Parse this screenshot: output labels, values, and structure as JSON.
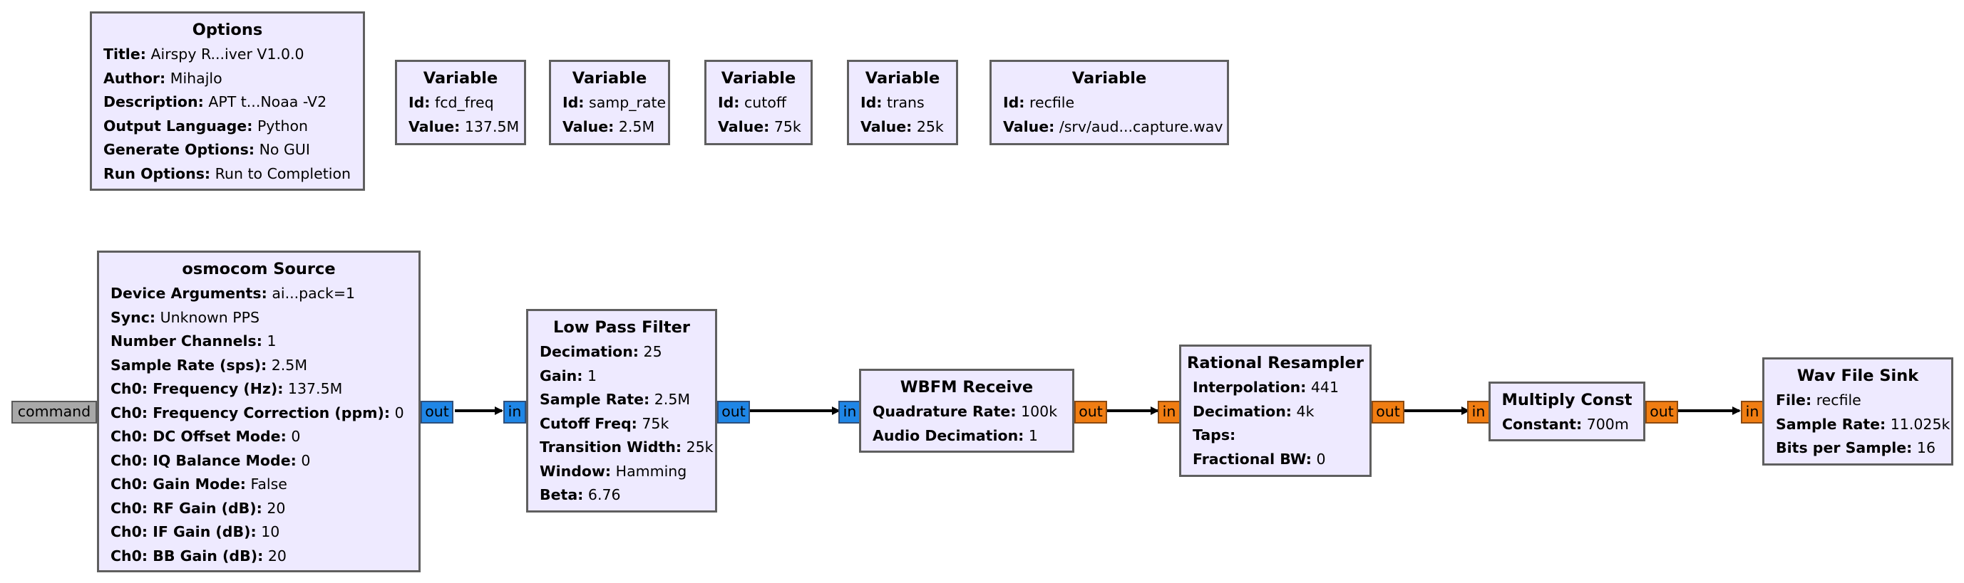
{
  "colors": {
    "block_fill": "#eeeaff",
    "block_border": "#5f5f5f",
    "complex_port": "#1f86e6",
    "float_port": "#f07d12",
    "message_port": "#a8a8a8",
    "wire": "#000000"
  },
  "options": {
    "title": "Options",
    "rows": [
      {
        "k": "Title:",
        "v": "Airspy R...iver V1.0.0"
      },
      {
        "k": "Author:",
        "v": "Mihajlo"
      },
      {
        "k": "Description:",
        "v": "APT t...Noaa -V2"
      },
      {
        "k": "Output Language:",
        "v": "Python"
      },
      {
        "k": "Generate Options:",
        "v": "No GUI"
      },
      {
        "k": "Run Options:",
        "v": "Run to Completion"
      }
    ]
  },
  "variables": [
    {
      "title": "Variable",
      "rows": [
        {
          "k": "Id:",
          "v": "fcd_freq"
        },
        {
          "k": "Value:",
          "v": "137.5M"
        }
      ]
    },
    {
      "title": "Variable",
      "rows": [
        {
          "k": "Id:",
          "v": "samp_rate"
        },
        {
          "k": "Value:",
          "v": "2.5M"
        }
      ]
    },
    {
      "title": "Variable",
      "rows": [
        {
          "k": "Id:",
          "v": "cutoff"
        },
        {
          "k": "Value:",
          "v": "75k"
        }
      ]
    },
    {
      "title": "Variable",
      "rows": [
        {
          "k": "Id:",
          "v": "trans"
        },
        {
          "k": "Value:",
          "v": "25k"
        }
      ]
    },
    {
      "title": "Variable",
      "rows": [
        {
          "k": "Id:",
          "v": "recfile"
        },
        {
          "k": "Value:",
          "v": "/srv/aud...capture.wav"
        }
      ]
    }
  ],
  "osmocom": {
    "title": "osmocom Source",
    "rows": [
      {
        "k": "Device Arguments:",
        "v": "ai...pack=1"
      },
      {
        "k": "Sync:",
        "v": "Unknown PPS"
      },
      {
        "k": "Number Channels:",
        "v": "1"
      },
      {
        "k": "Sample Rate (sps):",
        "v": "2.5M"
      },
      {
        "k": "Ch0: Frequency (Hz):",
        "v": "137.5M"
      },
      {
        "k": "Ch0: Frequency Correction (ppm):",
        "v": "0"
      },
      {
        "k": "Ch0: DC Offset Mode:",
        "v": "0"
      },
      {
        "k": "Ch0: IQ Balance Mode:",
        "v": "0"
      },
      {
        "k": "Ch0: Gain Mode:",
        "v": "False"
      },
      {
        "k": "Ch0: RF Gain (dB):",
        "v": "20"
      },
      {
        "k": "Ch0: IF Gain (dB):",
        "v": "10"
      },
      {
        "k": "Ch0: BB Gain (dB):",
        "v": "20"
      }
    ],
    "in_port": "command",
    "out_port": "out"
  },
  "lpf": {
    "title": "Low Pass Filter",
    "rows": [
      {
        "k": "Decimation:",
        "v": "25"
      },
      {
        "k": "Gain:",
        "v": "1"
      },
      {
        "k": "Sample Rate:",
        "v": "2.5M"
      },
      {
        "k": "Cutoff Freq:",
        "v": "75k"
      },
      {
        "k": "Transition Width:",
        "v": "25k"
      },
      {
        "k": "Window:",
        "v": "Hamming"
      },
      {
        "k": "Beta:",
        "v": "6.76"
      }
    ],
    "in_port": "in",
    "out_port": "out"
  },
  "wbfm": {
    "title": "WBFM Receive",
    "rows": [
      {
        "k": "Quadrature Rate:",
        "v": "100k"
      },
      {
        "k": "Audio Decimation:",
        "v": "1"
      }
    ],
    "in_port": "in",
    "out_port": "out"
  },
  "resampler": {
    "title": "Rational Resampler",
    "rows": [
      {
        "k": "Interpolation:",
        "v": "441"
      },
      {
        "k": "Decimation:",
        "v": "4k"
      },
      {
        "k": "Taps:",
        "v": ""
      },
      {
        "k": "Fractional BW:",
        "v": "0"
      }
    ],
    "in_port": "in",
    "out_port": "out"
  },
  "multiply": {
    "title": "Multiply Const",
    "rows": [
      {
        "k": "Constant:",
        "v": "700m"
      }
    ],
    "in_port": "in",
    "out_port": "out"
  },
  "wavsink": {
    "title": "Wav File Sink",
    "rows": [
      {
        "k": "File:",
        "v": "recfile"
      },
      {
        "k": "Sample Rate:",
        "v": "11.025k"
      },
      {
        "k": "Bits per Sample:",
        "v": "16"
      }
    ],
    "in_port": "in"
  }
}
